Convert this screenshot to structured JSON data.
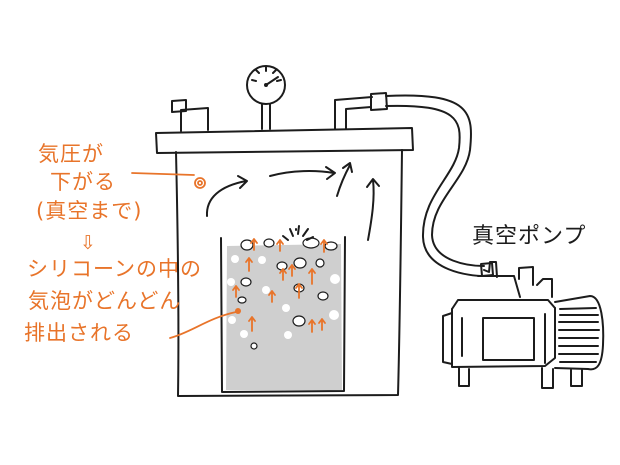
{
  "annotations": {
    "pressure_line1": "気圧が",
    "pressure_line2": "下がる",
    "pressure_line3": "(真空まで)",
    "down_arrow": "⇩",
    "bubble_line1": "シリコーンの中の",
    "bubble_line2": "気泡がどんどん",
    "bubble_line3": "排出される"
  },
  "labels": {
    "pump": "真空ポンプ"
  },
  "colors": {
    "ink": "#1c1c1c",
    "annotation": "#e8742a",
    "silicone": "#cfcfcf",
    "bubble": "#ffffff"
  },
  "icons": {
    "gauge": "pressure-gauge-icon",
    "pump": "vacuum-pump-icon"
  }
}
